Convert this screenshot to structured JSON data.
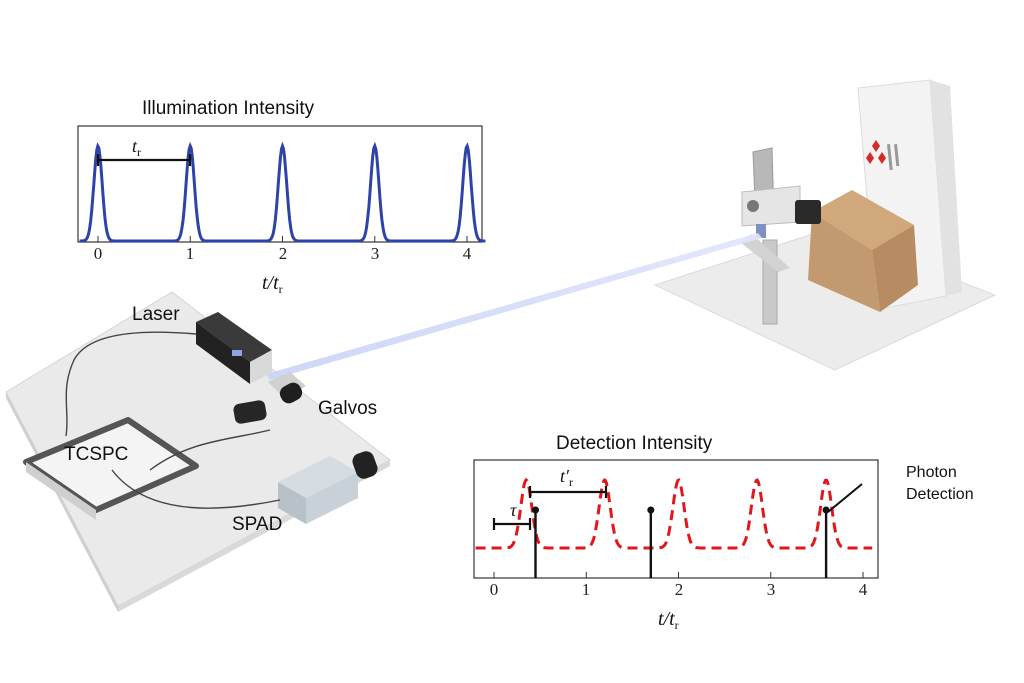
{
  "equipment_labels": {
    "laser": "Laser",
    "galvos": "Galvos",
    "tcspc": "TCSPC",
    "spad": "SPAD",
    "photon_detection_line1": "Photon",
    "photon_detection_line2": "Detection"
  },
  "illumination_plot": {
    "title": "Illumination Intensity",
    "xlabel": "t/t",
    "xlabel_sub": "r",
    "interval_label": "t",
    "interval_sub": "r",
    "xticks": [
      "0",
      "1",
      "2",
      "3",
      "4"
    ]
  },
  "detection_plot": {
    "title": "Detection Intensity",
    "xlabel": "t/t",
    "xlabel_sub": "r",
    "interval_label": "t′",
    "interval_sub": "r",
    "tau_label": "τ",
    "xticks": [
      "0",
      "1",
      "2",
      "3",
      "4"
    ]
  },
  "chart_data": [
    {
      "type": "line",
      "title": "Illumination Intensity",
      "xlabel": "t/tr",
      "xlim": [
        -0.2,
        4.2
      ],
      "series": [
        {
          "color": "#2e43a8",
          "style": "solid",
          "pulse_centers": [
            0,
            1,
            2,
            3,
            4
          ]
        }
      ],
      "annotations": [
        {
          "label": "tr",
          "from": 0,
          "to": 1
        }
      ]
    },
    {
      "type": "line",
      "title": "Detection Intensity",
      "xlabel": "t/tr",
      "xlim": [
        -0.2,
        4.1
      ],
      "series": [
        {
          "color": "#e0181c",
          "style": "dashed",
          "pulse_centers": [
            0.35,
            1.2,
            2.0,
            2.85,
            3.6
          ]
        }
      ],
      "detections": [
        0.45,
        1.7,
        3.6
      ],
      "annotations": [
        {
          "label": "t′r",
          "from": 0.38,
          "to": 1.2
        },
        {
          "label": "τ",
          "from": 0.0,
          "to": 0.38
        }
      ]
    }
  ],
  "colors": {
    "illumination": "#2e43a8",
    "detection": "#e0181c",
    "box": "#c99e74",
    "table": "#ebebeb"
  }
}
